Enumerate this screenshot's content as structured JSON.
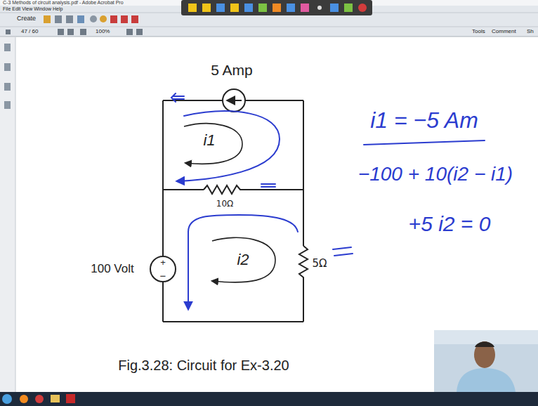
{
  "diagram": {
    "caption": "Fig.3.28: Circuit for Ex-3.20",
    "labels": [
      "C-3 Methods of circuit analysis.pdf - Adobe Acrobat Pro",
      "File Edit View Window Help",
      "Create",
      "47 / 60",
      "100%",
      "Tools",
      "Comment",
      "Sh",
      "5 Amp",
      "10Ω",
      "5Ω",
      "100 Volt",
      "+",
      "−",
      "i1",
      "i2",
      "i1 = −5 Am",
      "−100 + 10(i2 − i1)",
      "+5 i2 = 0"
    ]
  }
}
